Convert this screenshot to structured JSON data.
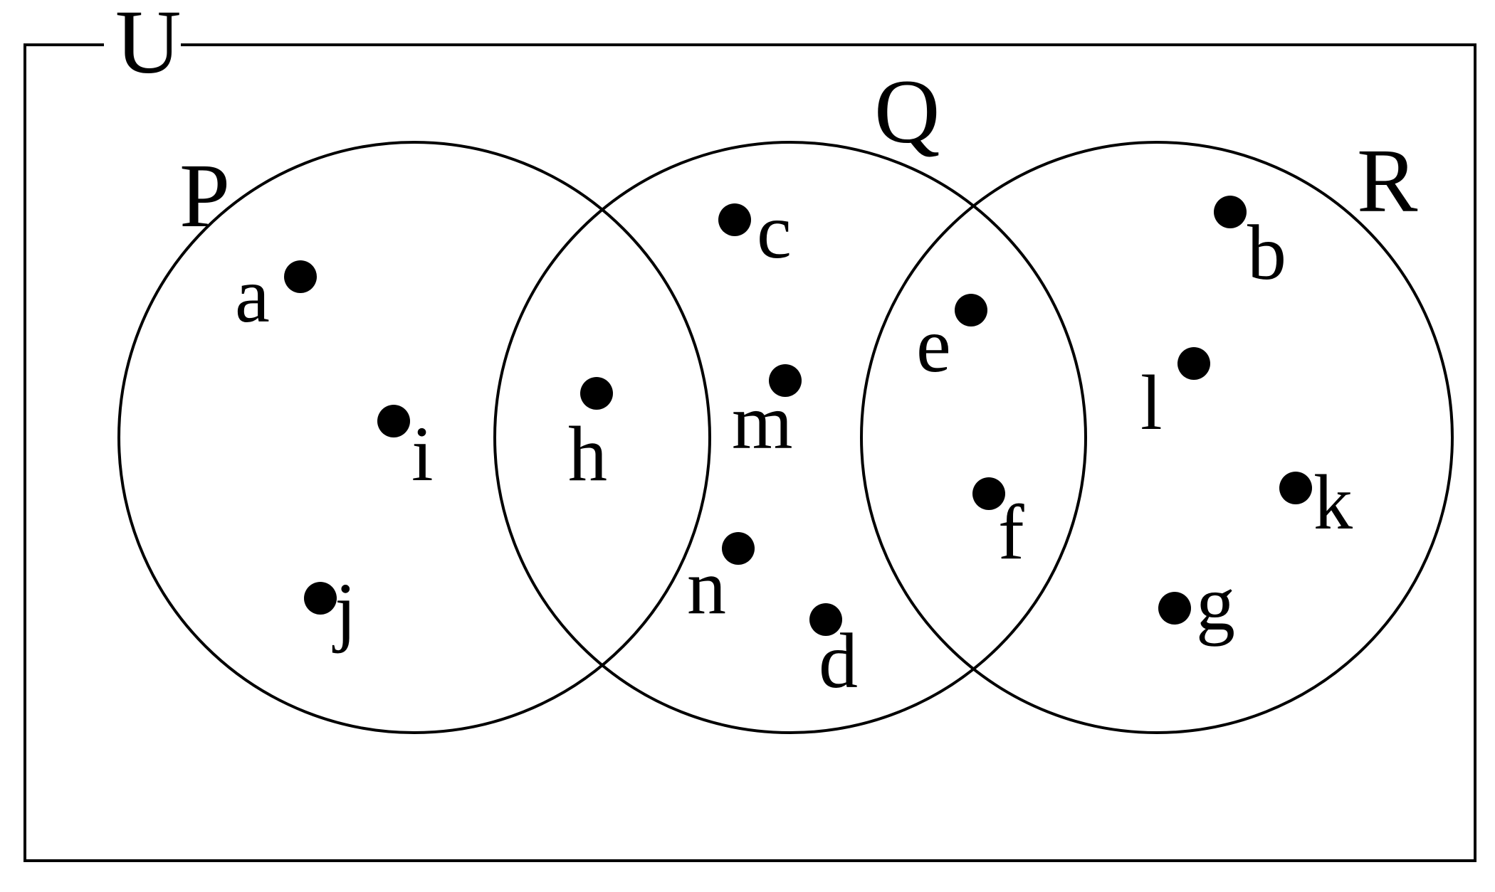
{
  "universe": {
    "label": "U"
  },
  "sets": [
    {
      "id": "P",
      "label": "P"
    },
    {
      "id": "Q",
      "label": "Q"
    },
    {
      "id": "R",
      "label": "R"
    }
  ],
  "elements": [
    {
      "id": "a",
      "label": "a",
      "region": "P only"
    },
    {
      "id": "i",
      "label": "i",
      "region": "P only"
    },
    {
      "id": "j",
      "label": "j",
      "region": "P only"
    },
    {
      "id": "h",
      "label": "h",
      "region": "P and Q"
    },
    {
      "id": "c",
      "label": "c",
      "region": "Q only"
    },
    {
      "id": "m",
      "label": "m",
      "region": "Q only"
    },
    {
      "id": "n",
      "label": "n",
      "region": "Q only"
    },
    {
      "id": "d",
      "label": "d",
      "region": "Q only"
    },
    {
      "id": "e",
      "label": "e",
      "region": "Q and R"
    },
    {
      "id": "f",
      "label": "f",
      "region": "Q and R"
    },
    {
      "id": "b",
      "label": "b",
      "region": "R only"
    },
    {
      "id": "l",
      "label": "l",
      "region": "R only"
    },
    {
      "id": "k",
      "label": "k",
      "region": "R only"
    },
    {
      "id": "g",
      "label": "g",
      "region": "R only"
    }
  ],
  "colors": {
    "stroke": "#000000",
    "dot": "#000000",
    "background": "#ffffff"
  }
}
